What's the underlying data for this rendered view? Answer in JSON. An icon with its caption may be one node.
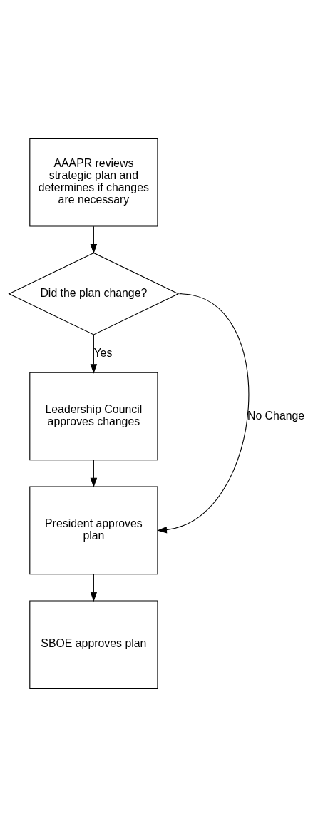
{
  "diagram": {
    "nodes": [
      {
        "text": [
          "AAAPR reviews strategic plan and determines if changes are necessary"
        ]
      },
      {
        "text": [
          "Did the plan change?"
        ]
      },
      {
        "text": [
          "Leadership Council approves changes"
        ]
      },
      {
        "text": [
          "President approves plan"
        ]
      },
      {
        "text": [
          "SBOE approves plan"
        ]
      }
    ],
    "edges": [
      {
        "from": 0,
        "to": 1,
        "arrow": "to"
      },
      {
        "from": 1,
        "to": 2,
        "arrow": "to",
        "label": "Yes"
      },
      {
        "from": 1,
        "to": 3,
        "arrow": "to",
        "label": "No Change"
      },
      {
        "from": 2,
        "to": 3,
        "arrow": "to"
      },
      {
        "from": 3,
        "to": 4,
        "arrow": "to"
      }
    ]
  }
}
